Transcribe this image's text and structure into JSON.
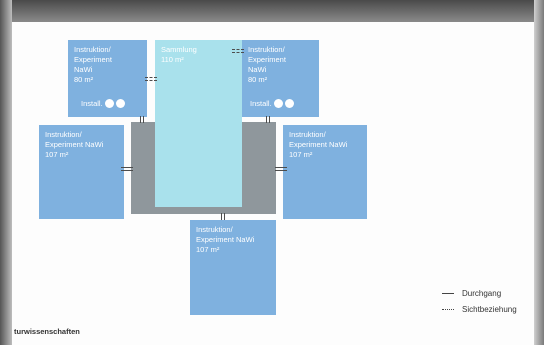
{
  "rooms": {
    "top_left": {
      "name": "Instruktion/\nExperiment\nNaWi",
      "area": "80 m²",
      "installation_label": "Install."
    },
    "center": {
      "name": "Sammlung",
      "area": "110 m²"
    },
    "top_right": {
      "name": "Instruktion/\nExperiment\nNaWi",
      "area": "80 m²",
      "installation_label": "Install."
    },
    "middle_left": {
      "name": "Instruktion/\nExperiment NaWi",
      "area": "107 m²"
    },
    "middle_right": {
      "name": "Instruktion/\nExperiment NaWi",
      "area": "107 m²"
    },
    "bottom": {
      "name": "Instruktion/\nExperiment NaWi",
      "area": "107 m²"
    }
  },
  "legend": {
    "passage": "Durchgang",
    "sightline": "Sichtbeziehung"
  },
  "footer": "turwissenschaften",
  "colors": {
    "room_blue": "#7fb1df",
    "collection_cyan": "#a9e1ec",
    "core_gray": "#8f979c"
  }
}
